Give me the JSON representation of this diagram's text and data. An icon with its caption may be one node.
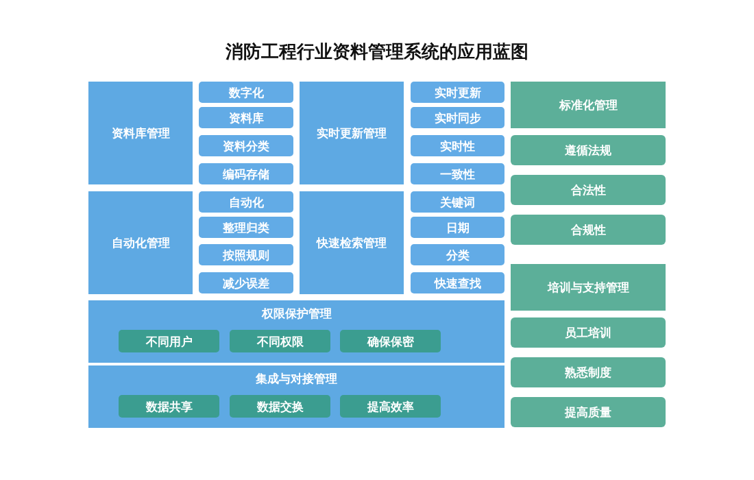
{
  "diagram": {
    "title": "消防工程行业资料管理系统的应用蓝图",
    "nodes": [
      {
        "text": [
          "资料库管理"
        ]
      },
      {
        "text": [
          "数字化"
        ]
      },
      {
        "text": [
          "资料库"
        ]
      },
      {
        "text": [
          "资料分类"
        ]
      },
      {
        "text": [
          "编码存储"
        ]
      },
      {
        "text": [
          "实时更新管理"
        ]
      },
      {
        "text": [
          "实时更新"
        ]
      },
      {
        "text": [
          "实时同步"
        ]
      },
      {
        "text": [
          "实时性"
        ]
      },
      {
        "text": [
          "一致性"
        ]
      },
      {
        "text": [
          "标准化管理"
        ]
      },
      {
        "text": [
          "遵循法规"
        ]
      },
      {
        "text": [
          "合法性"
        ]
      },
      {
        "text": [
          "合规性"
        ]
      },
      {
        "text": [
          "自动化管理"
        ]
      },
      {
        "text": [
          "自动化"
        ]
      },
      {
        "text": [
          "整理归类"
        ]
      },
      {
        "text": [
          "按照规则"
        ]
      },
      {
        "text": [
          "减少误差"
        ]
      },
      {
        "text": [
          "快速检索管理"
        ]
      },
      {
        "text": [
          "关键词"
        ]
      },
      {
        "text": [
          "日期"
        ]
      },
      {
        "text": [
          "分类"
        ]
      },
      {
        "text": [
          "快速查找"
        ]
      },
      {
        "text": [
          "培训与支持管理"
        ]
      },
      {
        "text": [
          "员工培训"
        ]
      },
      {
        "text": [
          "熟悉制度"
        ]
      },
      {
        "text": [
          "提高质量"
        ]
      },
      {
        "text": [
          "权限保护管理"
        ]
      },
      {
        "text": [
          "不同用户"
        ],
        "in": 28
      },
      {
        "text": [
          "不同权限"
        ],
        "in": 28
      },
      {
        "text": [
          "确保保密"
        ],
        "in": 28
      },
      {
        "text": [
          "集成与对接管理"
        ]
      },
      {
        "text": [
          "数据共享"
        ],
        "in": 32
      },
      {
        "text": [
          "数据交换"
        ],
        "in": 32
      },
      {
        "text": [
          "提高效率"
        ],
        "in": 32
      }
    ]
  }
}
